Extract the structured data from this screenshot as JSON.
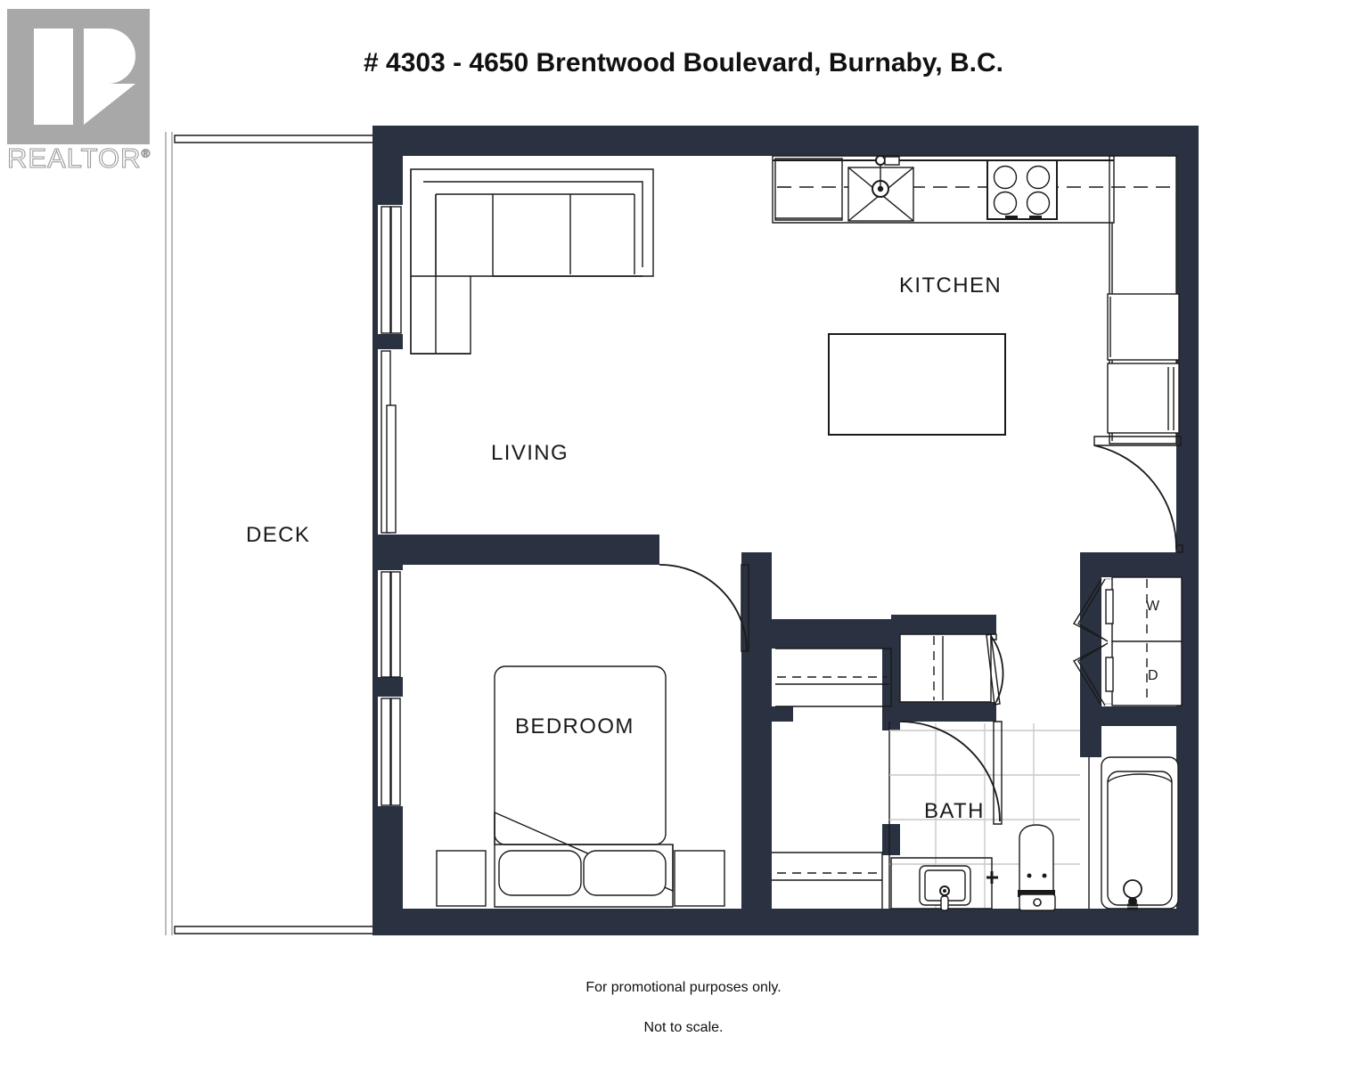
{
  "document": {
    "title": "# 4303 - 4650 Brentwood Boulevard, Burnaby, B.C.",
    "footer_line_1": "For promotional purposes only.",
    "footer_line_2": "Not to scale."
  },
  "logo": {
    "name": "REALTOR",
    "registered_mark": "®",
    "color": "#a8a8a8"
  },
  "colors": {
    "wall": "#2a3140",
    "line": "#1a1a1a",
    "tile_grid": "#c9c9c9",
    "background": "#ffffff"
  },
  "floorplan": {
    "rooms": [
      {
        "id": "deck",
        "label": "DECK"
      },
      {
        "id": "living",
        "label": "LIVING"
      },
      {
        "id": "kitchen",
        "label": "KITCHEN"
      },
      {
        "id": "bedroom",
        "label": "BEDROOM"
      },
      {
        "id": "bath",
        "label": "BATH"
      }
    ],
    "appliance_labels": {
      "washer": "W",
      "dryer": "D"
    },
    "fixtures": [
      "sectional-sofa",
      "kitchen-island",
      "kitchen-sink",
      "kitchen-cooktop",
      "refrigerator",
      "bed",
      "nightstand-left",
      "nightstand-right",
      "bathroom-vanity-sink",
      "toilet",
      "bathtub",
      "washer-dryer-stack",
      "entry-closet",
      "hall-closet"
    ],
    "doors": [
      "entry-door",
      "bedroom-door",
      "bathroom-door",
      "laundry-bifold-door",
      "closet-door",
      "living-sliding-door",
      "bedroom-sliding-door"
    ]
  }
}
